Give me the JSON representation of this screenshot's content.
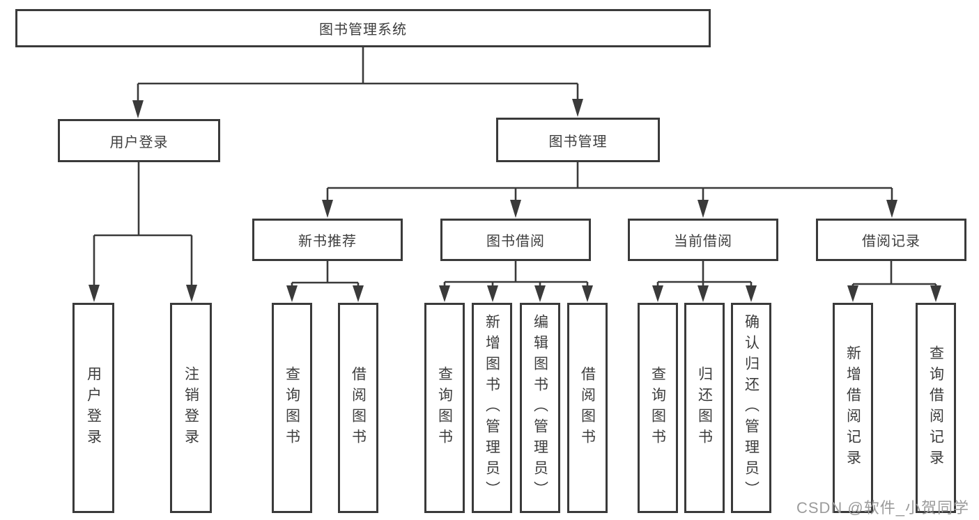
{
  "colors": {
    "line": "#3a3a3a",
    "box_border": "#3a3a3a",
    "text": "#3d3d3d",
    "background": "#ffffff",
    "watermark": "#9b9b9b"
  },
  "watermark": {
    "text": "CSDN @软件_小贺同学"
  },
  "tree": {
    "root": {
      "label": "图书管理系统"
    },
    "branches": [
      {
        "label": "用户登录",
        "children": [
          {
            "label": "用户登录"
          },
          {
            "label": "注销登录"
          }
        ]
      },
      {
        "label": "图书管理",
        "children": [
          {
            "label": "新书推荐",
            "children": [
              {
                "label": "查询图书"
              },
              {
                "label": "借阅图书"
              }
            ]
          },
          {
            "label": "图书借阅",
            "children": [
              {
                "label": "查询图书"
              },
              {
                "label": "新增图书（管理员）"
              },
              {
                "label": "编辑图书（管理员）"
              },
              {
                "label": "借阅图书"
              }
            ]
          },
          {
            "label": "当前借阅",
            "children": [
              {
                "label": "查询图书"
              },
              {
                "label": "归还图书"
              },
              {
                "label": "确认归还（管理员）"
              }
            ]
          },
          {
            "label": "借阅记录",
            "children": [
              {
                "label": "新增借阅记录"
              },
              {
                "label": "查询借阅记录"
              }
            ]
          }
        ]
      }
    ]
  }
}
